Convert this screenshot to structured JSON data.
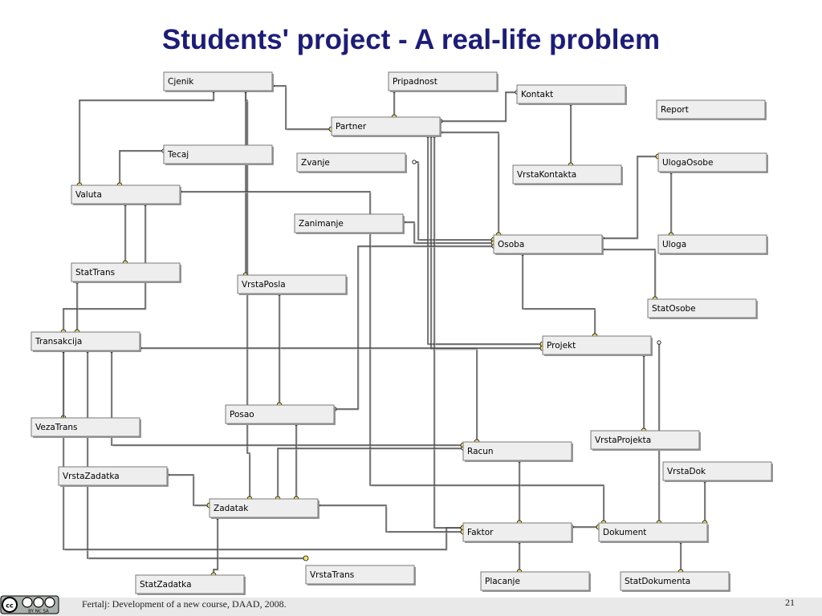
{
  "slide": {
    "title": "Students' project - A real-life problem",
    "footer": "Fertalj: Development of a new course, DAAD, 2008.",
    "page_number": "21",
    "license_badge_text": "BY NC SA"
  },
  "tables": [
    {
      "id": "cjenik",
      "label": "Cjenik"
    },
    {
      "id": "pripadnost",
      "label": "Pripadnost"
    },
    {
      "id": "kontakt",
      "label": "Kontakt"
    },
    {
      "id": "report",
      "label": "Report"
    },
    {
      "id": "partner",
      "label": "Partner"
    },
    {
      "id": "tecaj",
      "label": "Tecaj"
    },
    {
      "id": "zvanje",
      "label": "Zvanje"
    },
    {
      "id": "vrstakontakta",
      "label": "VrstaKontakta"
    },
    {
      "id": "ulogaosobe",
      "label": "UlogaOsobe"
    },
    {
      "id": "valuta",
      "label": "Valuta"
    },
    {
      "id": "zanimanje",
      "label": "Zanimanje"
    },
    {
      "id": "osoba",
      "label": "Osoba"
    },
    {
      "id": "uloga",
      "label": "Uloga"
    },
    {
      "id": "stattrans",
      "label": "StatTrans"
    },
    {
      "id": "vrstaposla",
      "label": "VrstaPosla"
    },
    {
      "id": "statosobe",
      "label": "StatOsobe"
    },
    {
      "id": "transakcija",
      "label": "Transakcija"
    },
    {
      "id": "projekt",
      "label": "Projekt"
    },
    {
      "id": "posao",
      "label": "Posao"
    },
    {
      "id": "vezatrans",
      "label": "VezaTrans"
    },
    {
      "id": "vrstaprojekta",
      "label": "VrstaProjekta"
    },
    {
      "id": "racun",
      "label": "Racun"
    },
    {
      "id": "vrstazadatka",
      "label": "VrstaZadatka"
    },
    {
      "id": "vrstadok",
      "label": "VrstaDok"
    },
    {
      "id": "zadatak",
      "label": "Zadatak"
    },
    {
      "id": "faktor",
      "label": "Faktor"
    },
    {
      "id": "dokument",
      "label": "Dokument"
    },
    {
      "id": "vrstatrans",
      "label": "VrstaTrans"
    },
    {
      "id": "statzadatka",
      "label": "StatZadatka"
    },
    {
      "id": "placanje",
      "label": "Placanje"
    },
    {
      "id": "statdokumenta",
      "label": "StatDokumenta"
    }
  ],
  "relationships": [
    {
      "from": "cjenik",
      "to": "valuta"
    },
    {
      "from": "cjenik",
      "to": "vrstaposla"
    },
    {
      "from": "cjenik",
      "to": "partner"
    },
    {
      "from": "cjenik",
      "to": "zadatak"
    },
    {
      "from": "pripadnost",
      "to": "partner"
    },
    {
      "from": "kontakt",
      "to": "partner"
    },
    {
      "from": "kontakt",
      "to": "vrstakontakta"
    },
    {
      "from": "tecaj",
      "to": "valuta"
    },
    {
      "from": "zvanje",
      "to": "osoba"
    },
    {
      "from": "zanimanje",
      "to": "osoba"
    },
    {
      "from": "partner",
      "to": "osoba"
    },
    {
      "from": "partner",
      "to": "projekt"
    },
    {
      "from": "partner",
      "to": "racun"
    },
    {
      "from": "partner",
      "to": "faktor"
    },
    {
      "from": "osoba",
      "to": "ulogaosobe"
    },
    {
      "from": "osoba",
      "to": "statosobe"
    },
    {
      "from": "osoba",
      "to": "posao"
    },
    {
      "from": "osoba",
      "to": "projekt"
    },
    {
      "from": "ulogaosobe",
      "to": "uloga"
    },
    {
      "from": "valuta",
      "to": "stattrans"
    },
    {
      "from": "valuta",
      "to": "transakcija"
    },
    {
      "from": "valuta",
      "to": "dokument"
    },
    {
      "from": "stattrans",
      "to": "transakcija"
    },
    {
      "from": "transakcija",
      "to": "projekt"
    },
    {
      "from": "transakcija",
      "to": "vezatrans"
    },
    {
      "from": "transakcija",
      "to": "racun"
    },
    {
      "from": "transakcija",
      "to": "vrstatrans"
    },
    {
      "from": "transakcija",
      "to": "faktor"
    },
    {
      "from": "vrstaposla",
      "to": "posao"
    },
    {
      "from": "posao",
      "to": "zadatak"
    },
    {
      "from": "projekt",
      "to": "vrstaprojekta"
    },
    {
      "from": "projekt",
      "to": "dokument"
    },
    {
      "from": "racun",
      "to": "faktor"
    },
    {
      "from": "racun",
      "to": "zadatak"
    },
    {
      "from": "vrstazadatka",
      "to": "zadatak"
    },
    {
      "from": "zadatak",
      "to": "statzadatka"
    },
    {
      "from": "zadatak",
      "to": "faktor"
    },
    {
      "from": "faktor",
      "to": "placanje"
    },
    {
      "from": "faktor",
      "to": "dokument"
    },
    {
      "from": "vrstadok",
      "to": "dokument"
    },
    {
      "from": "dokument",
      "to": "statdokumenta"
    }
  ],
  "colors": {
    "title": "#1d1d78",
    "box_fill": "#eeeeee",
    "box_border": "#7a7a7a",
    "connector": "#444444",
    "key_fill": "#ffe96b"
  }
}
